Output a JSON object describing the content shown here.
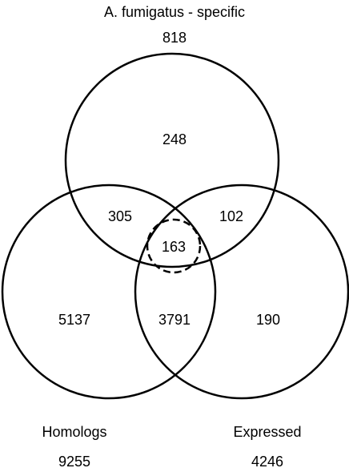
{
  "sets": {
    "top": {
      "name": "A. fumigatus - specific",
      "total": "818"
    },
    "left": {
      "name": "Homologs",
      "total": "9255"
    },
    "right": {
      "name": "Expressed",
      "total": "4246"
    }
  },
  "regions": {
    "top_only": "248",
    "left_only": "5137",
    "right_only": "190",
    "top_left": "305",
    "top_right": "102",
    "left_right": "3791",
    "all_three": "163"
  }
}
